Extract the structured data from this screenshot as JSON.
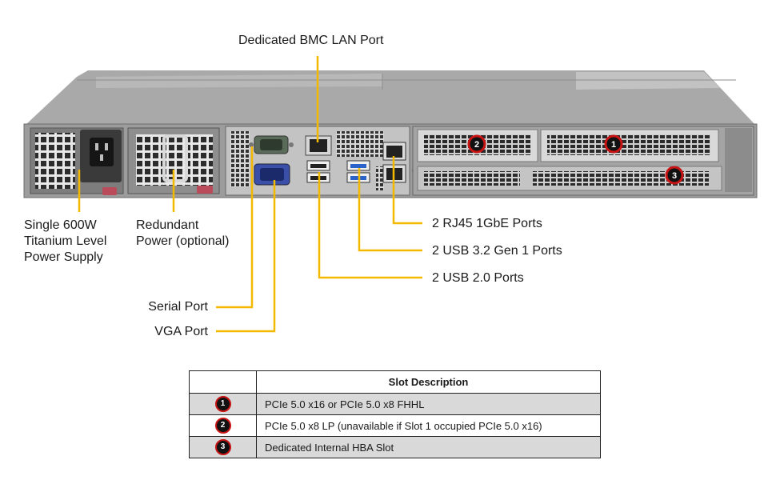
{
  "callouts": {
    "bmc_lan": "Dedicated BMC LAN Port",
    "rj45": "2 RJ45 1GbE Ports",
    "usb32": "2 USB 3.2 Gen 1 Ports",
    "usb20": "2 USB 2.0 Ports",
    "psu": "Single 600W\nTitanium Level\nPower Supply",
    "redundant": "Redundant\nPower (optional)",
    "serial": "Serial Port",
    "vga": "VGA Port"
  },
  "slot_badges": [
    "1",
    "2",
    "3"
  ],
  "slot_table": {
    "header": "Slot Description",
    "rows": [
      {
        "num": "1",
        "desc": "PCIe 5.0 x16 or PCIe 5.0 x8 FHHL"
      },
      {
        "num": "2",
        "desc": "PCIe 5.0 x8 LP (unavailable if Slot 1 occupied PCIe 5.0 x16)"
      },
      {
        "num": "3",
        "desc": "Dedicated Internal HBA Slot"
      }
    ]
  },
  "colors": {
    "leader_line": "#f2b900",
    "badge_ring": "#c81414",
    "chassis": "#8a8a8a",
    "usb3_blue": "#2a62c9"
  }
}
